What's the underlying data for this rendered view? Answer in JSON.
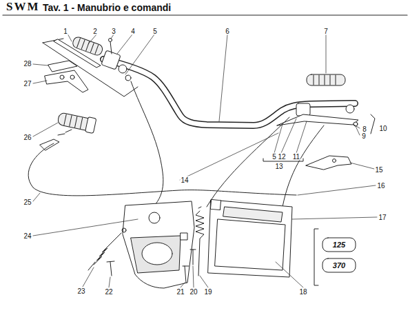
{
  "diagram": {
    "title": "Tav. 1 - Manubrio e comandi",
    "labels": [
      "SWM",
      "1",
      "2",
      "3",
      "4",
      "5",
      "6",
      "7",
      "28",
      "27",
      "26",
      "8",
      "9",
      "10",
      "5",
      "12",
      "11",
      "13",
      "15",
      "14",
      "16",
      "25",
      "17",
      "24",
      "125",
      "370",
      "23",
      "22",
      "21",
      "20",
      "19",
      "18"
    ]
  }
}
